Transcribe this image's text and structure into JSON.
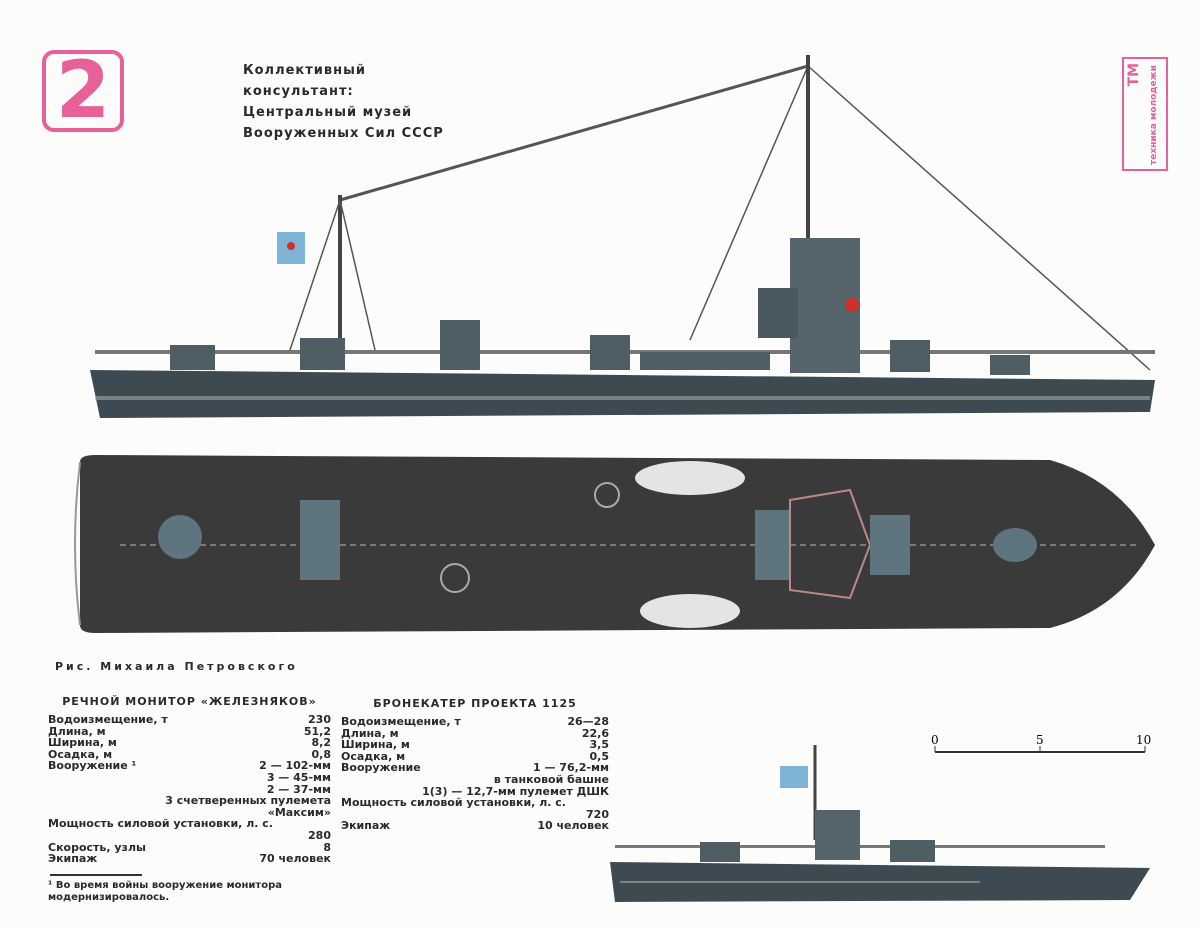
{
  "page_number": "2",
  "consultant": [
    "Коллективный",
    "консультант:",
    "Центральный музей",
    "Вооруженных Сил СССР"
  ],
  "logo": {
    "mark": "ТМ",
    "text": "техника молодежи",
    "color": "#e8609a"
  },
  "credit": "Рис. Михаила Петровского",
  "monitor": {
    "title": "РЕЧНОЙ МОНИТОР «ЖЕЛЕЗНЯКОВ»",
    "rows": [
      {
        "label": "Водоизмещение, т",
        "value": "230"
      },
      {
        "label": "Длина, м",
        "value": "51,2"
      },
      {
        "label": "Ширина, м",
        "value": "8,2"
      },
      {
        "label": "Осадка, м",
        "value": "0,8"
      },
      {
        "label": "Вооружение ¹",
        "value": "2 — 102-мм"
      }
    ],
    "armament_more": [
      "3 — 45-мм",
      "2 — 37-мм",
      "3 счетверенных пулемета",
      "«Максим»"
    ],
    "power_label": "Мощность силовой установки, л. с.",
    "power_value": "280",
    "speed": {
      "label": "Скорость, узлы",
      "value": "8"
    },
    "crew": {
      "label": "Экипаж",
      "value": "70 человек"
    },
    "footnote": "¹ Во время войны вооружение монитора модернизировалось."
  },
  "boat": {
    "title": "БРОНЕКАТЕР ПРОЕКТА 1125",
    "rows": [
      {
        "label": "Водоизмещение, т",
        "value": "26—28"
      },
      {
        "label": "Длина, м",
        "value": "22,6"
      },
      {
        "label": "Ширина, м",
        "value": "3,5"
      },
      {
        "label": "Осадка, м",
        "value": "0,5"
      },
      {
        "label": "Вооружение",
        "value": "1 — 76,2-мм"
      }
    ],
    "armament_more": [
      "в танковой башне",
      "1(3) — 12,7-мм пулемет ДШК"
    ],
    "power_label": "Мощность силовой установки, л. с.",
    "power_value": "720",
    "crew": {
      "label": "Экипаж",
      "value": "10 человек"
    }
  },
  "scale": {
    "ticks": [
      "0",
      "5",
      "10"
    ]
  },
  "colors": {
    "hull": "#3e4a52",
    "deck": "#3a3a3a",
    "accent": "#e8609a"
  }
}
